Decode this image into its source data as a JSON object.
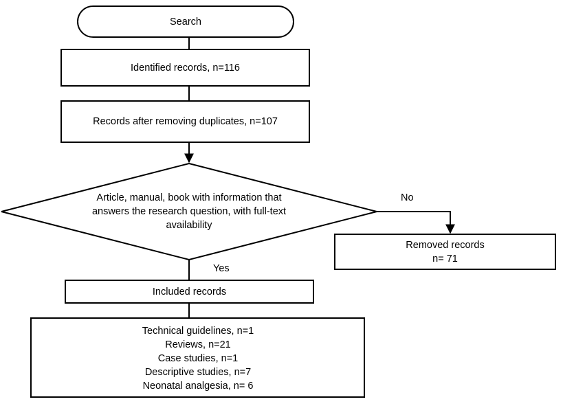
{
  "diagram": {
    "title": "Literature search and screening flowchart",
    "stroke_color": "#000000",
    "background_color": "#ffffff",
    "text_color": "#000000"
  },
  "nodes": {
    "search": {
      "shape": "rounded-terminator",
      "label": "Search"
    },
    "identified": {
      "shape": "rectangle",
      "label": "Identified records, n=116"
    },
    "deduplicated": {
      "shape": "rectangle",
      "label": "Records after removing duplicates, n=107"
    },
    "decision": {
      "shape": "diamond",
      "lines": [
        "Article, manual, book with information that",
        "answers the research question, with full-text",
        "availability"
      ]
    },
    "removed": {
      "shape": "rectangle",
      "lines": [
        "Removed records",
        "n= 71"
      ]
    },
    "included": {
      "shape": "rectangle",
      "label": "Included records"
    },
    "breakdown": {
      "shape": "rectangle",
      "lines": [
        "Technical guidelines, n=1",
        "Reviews, n=21",
        "Case studies, n=1",
        "Descriptive studies, n=7",
        "Neonatal analgesia, n= 6"
      ]
    }
  },
  "edge_labels": {
    "no": "No",
    "yes": "Yes"
  },
  "chart_data": {
    "type": "table",
    "title": "Records screening counts",
    "categories": [
      "Identified records",
      "Records after removing duplicates",
      "Removed records",
      "Technical guidelines",
      "Reviews",
      "Case studies",
      "Descriptive studies",
      "Neonatal analgesia"
    ],
    "values": [
      116,
      107,
      71,
      1,
      21,
      1,
      7,
      6
    ]
  }
}
